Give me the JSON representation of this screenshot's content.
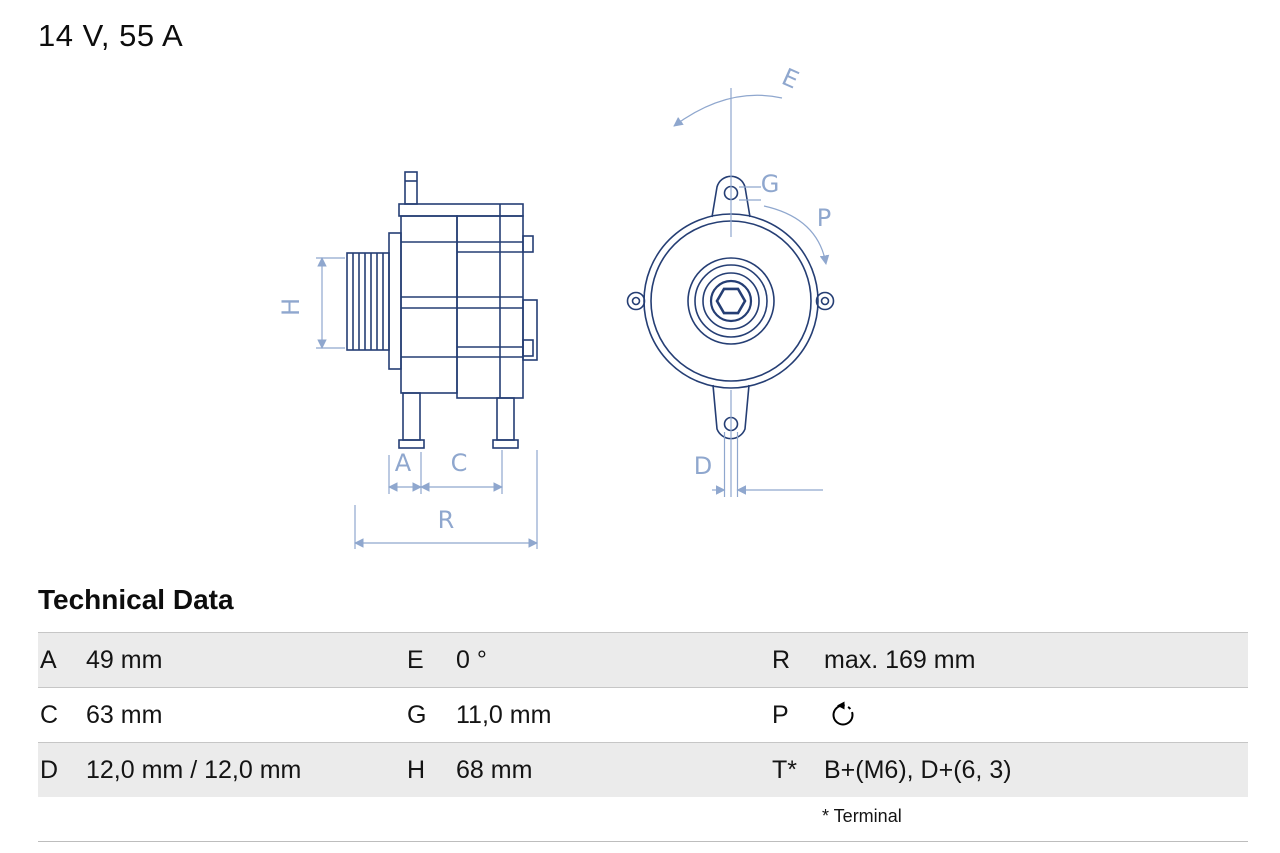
{
  "page": {
    "title": "14 V, 55 A"
  },
  "diagram": {
    "description": "alternator technical drawing, side view and front view",
    "line_color": "#253e74",
    "dimension_color": "#8fa7ce",
    "side_view_labels": {
      "H": "H",
      "A": "A",
      "C": "C",
      "R": "R"
    },
    "front_view_labels": {
      "E": "E",
      "G": "G",
      "P": "P",
      "D": "D"
    }
  },
  "technical_data": {
    "heading": "Technical Data",
    "stripe_color": "#ebebeb",
    "rows": [
      {
        "cells": [
          {
            "key": "A",
            "value": "49 mm"
          },
          {
            "key": "E",
            "value": "0 °"
          },
          {
            "key": "R",
            "value": "max. 169 mm"
          }
        ]
      },
      {
        "cells": [
          {
            "key": "C",
            "value": "63 mm"
          },
          {
            "key": "G",
            "value": "11,0 mm"
          },
          {
            "key": "P",
            "value": "",
            "icon": "rotation-ccw-icon"
          }
        ]
      },
      {
        "cells": [
          {
            "key": "D",
            "value": "12,0 mm / 12,0 mm"
          },
          {
            "key": "H",
            "value": "68 mm"
          },
          {
            "key": "T*",
            "value": "B+(M6), D+(6, 3)"
          }
        ]
      }
    ],
    "footnote": "* Terminal"
  }
}
